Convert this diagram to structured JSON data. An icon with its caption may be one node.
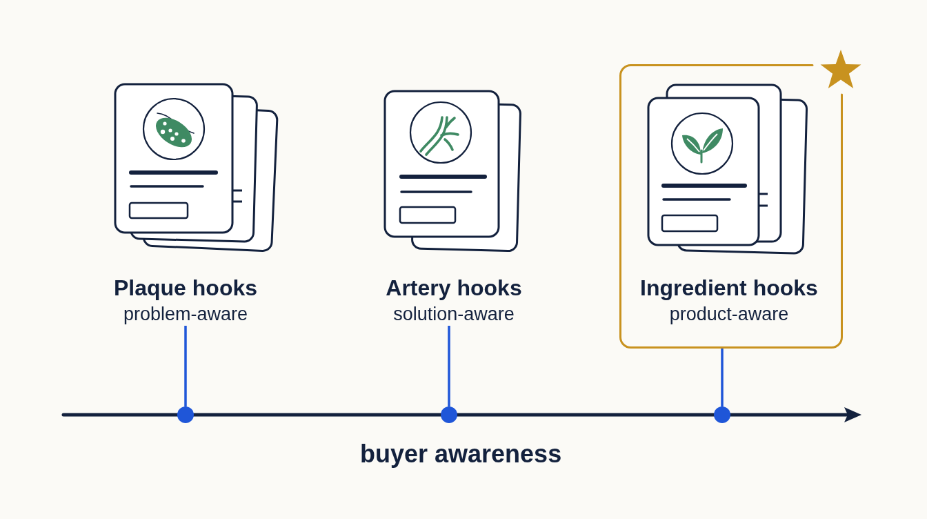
{
  "diagram": {
    "nodes": [
      {
        "text": [
          "Plaque hooks",
          "problem-aware"
        ]
      },
      {
        "text": [
          "Artery hooks",
          "solution-aware"
        ]
      },
      {
        "text": [],
        "shape": "box"
      },
      {
        "text": [
          "Ingredient hooks",
          "product-aware"
        ],
        "in": 2
      },
      {
        "text": [],
        "shape": "circle"
      },
      {
        "text": [],
        "shape": "circle"
      },
      {
        "text": [],
        "shape": "circle"
      }
    ],
    "edges": [
      {
        "from": 0,
        "to": 4,
        "arrow": "none"
      },
      {
        "from": 1,
        "to": 5,
        "arrow": "none"
      },
      {
        "from": 2,
        "to": 6,
        "arrow": "none"
      }
    ],
    "labels": [
      "buyer awareness"
    ]
  }
}
